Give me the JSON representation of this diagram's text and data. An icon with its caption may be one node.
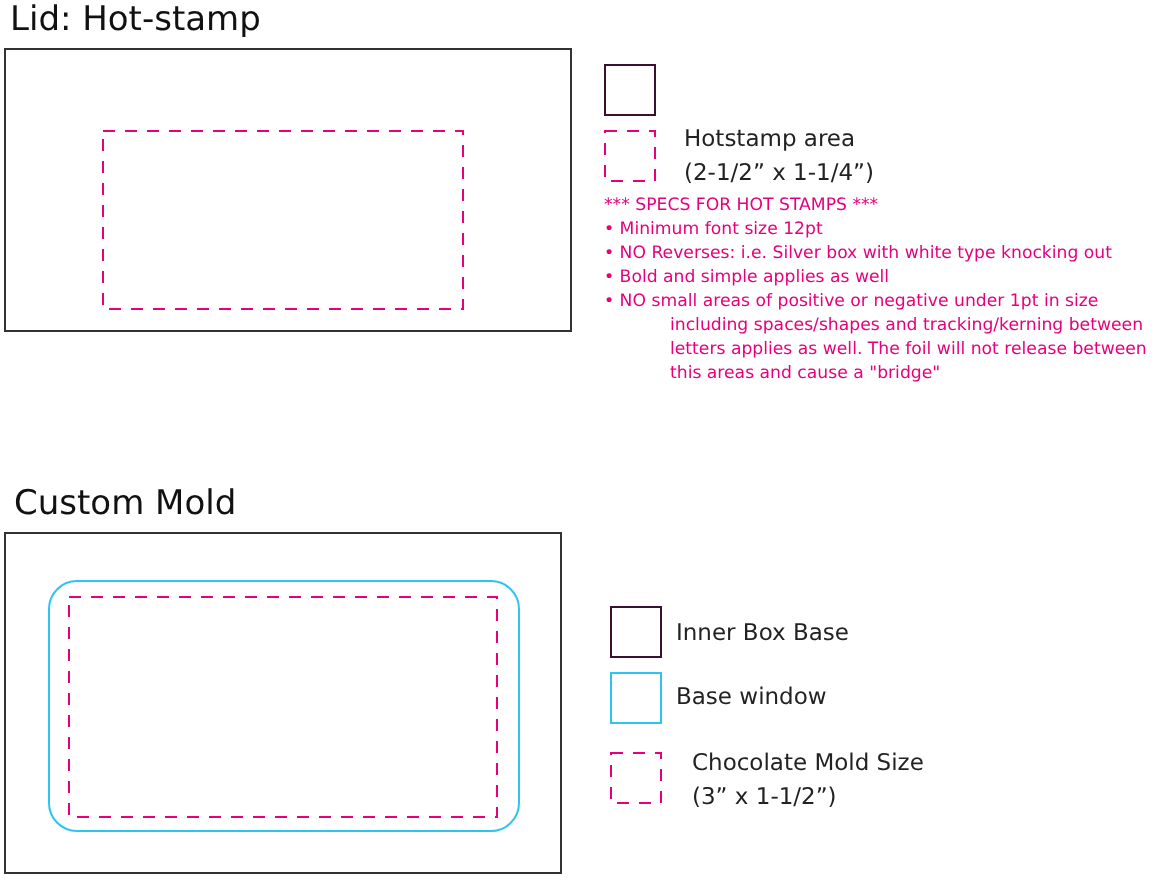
{
  "diagram": {
    "nodes": [
      {
        "text": [
          "Lid: Hot-stamp"
        ]
      },
      {
        "text": [],
        "shape": "box",
        "in": 0
      },
      {
        "text": [],
        "shape": "box"
      },
      {
        "text": [
          "Custom Mold"
        ]
      },
      {
        "text": [],
        "shape": "box",
        "in": 3
      },
      {
        "text": [],
        "shape": "box",
        "in": 4
      }
    ],
    "edges": [],
    "labels": [
      "*** SPECS FOR HOT STAMPS ***",
      "• Minimum font size 12pt",
      "• NO Reverses: i.e. Silver box with white type knocking out",
      "• Bold and simple applies as well",
      "• NO small areas of positive or negative under 1pt in size including spaces/shapes and tracking/kerning between letters  applies as well.  The foil will not release between this areas and cause a \"bridge\""
    ],
    "legend": [
      {
        "text": "Hotstamp area (2-1/2” x 1-1/4”)"
      },
      {
        "text": "Inner Box Base"
      },
      {
        "text": "Base window"
      },
      {
        "text": "Chocolate Mold Size (3” x 1-1/2”)"
      }
    ]
  }
}
